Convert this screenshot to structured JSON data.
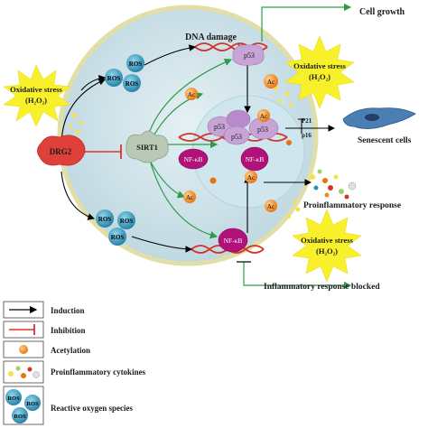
{
  "labels": {
    "cell_growth": "Cell growth",
    "dna_damage": "DNA damage",
    "oxidative_stress": "Oxidative stress",
    "h2o2": "(H₂O₂)",
    "ros": "ROS",
    "drg2": "DRG2",
    "sirt1": "SIRT1",
    "p53": "p53",
    "ac": "Ac",
    "nfkb": "NF-κB",
    "p21": "P21",
    "p16": "p16",
    "senescent_cells": "Senescent cells",
    "proinflammatory_response": "Proinflammatory response",
    "inflammatory_response_blocked": "Inflammatory response blocked"
  },
  "legend": {
    "induction": "Induction",
    "inhibition": "Inhibition",
    "acetylation": "Acetylation",
    "cytokines": "Proinflammatory cytokines",
    "ros_species": "Reactive oxygen species"
  },
  "colors": {
    "cell_fill": "#cfe3ea",
    "cell_border": "#d9d7a0",
    "starburst": "#f7f02a",
    "p53": "#c7a3d6",
    "nfkb": "#b0127a",
    "ros": "#2a8fb5",
    "ac": "#f08a1c",
    "drg2": "#e0403a",
    "sirt1": "#b9c9b5",
    "dna": "#d2342b",
    "induction_arrow": "#000000",
    "inhibition": "#e0312d",
    "green_path": "#2d9c4a"
  }
}
